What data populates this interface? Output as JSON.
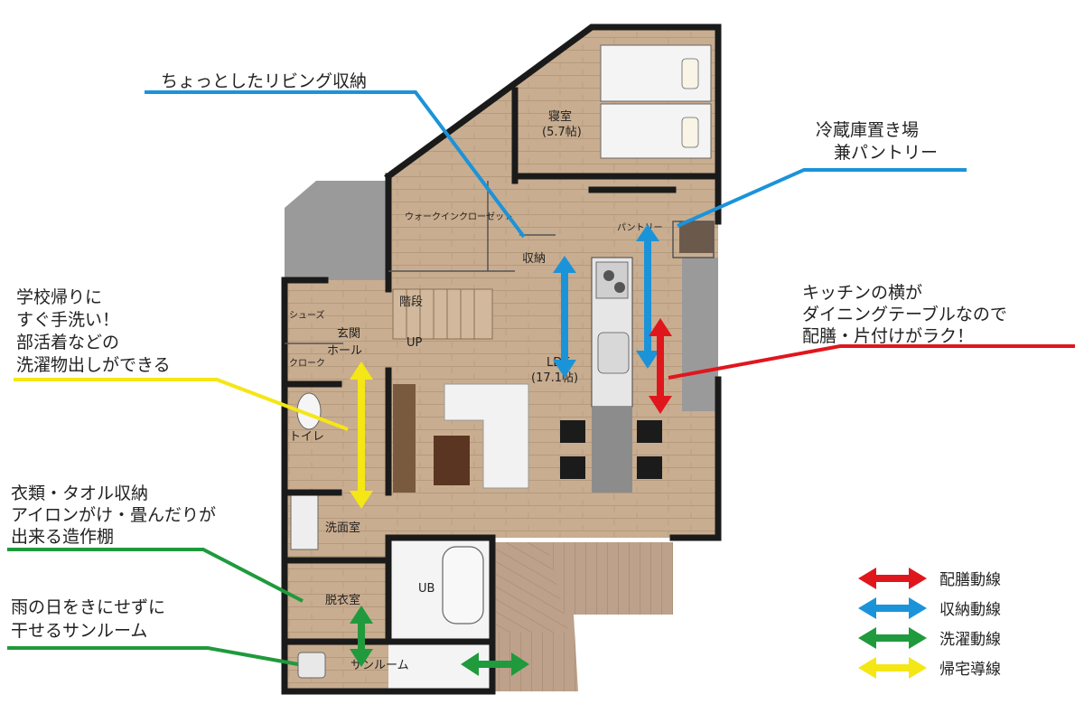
{
  "rooms": {
    "bedroom": "寝室",
    "bedroom_size": "(5.7帖)",
    "walkin_closet": "ウォークインクローゼット",
    "storage": "収納",
    "pantry": "パントリー",
    "stairs": "階段",
    "up": "UP",
    "shoes": "シューズ",
    "entrance": "玄関",
    "hall": "ホール",
    "cloak": "クローク",
    "toilet": "トイレ",
    "ldk": "LDK",
    "ldk_size": "(17.1帖)",
    "washroom": "洗面室",
    "dressing": "脱衣室",
    "ub": "UB",
    "sunroom": "サンルーム"
  },
  "annotations": {
    "living_storage": "ちょっとしたリビング収納",
    "fridge_line1": "冷蔵庫置き場",
    "fridge_line2": "兼パントリー",
    "kitchen_line1": "キッチンの横が",
    "kitchen_line2": "ダイニングテーブルなので",
    "kitchen_line3": "配膳・片付けがラク！",
    "school_line1": "学校帰りに",
    "school_line2": "すぐ手洗い！",
    "school_line3": "部活着などの",
    "school_line4": "洗濯物出しができる",
    "towel_line1": "衣類・タオル収納",
    "towel_line2": "アイロンがけ・畳んだりが",
    "towel_line3": "出来る造作棚",
    "sunroom_line1": "雨の日をきにせずに",
    "sunroom_line2": "干せるサンルーム"
  },
  "legend": [
    {
      "label": "配膳動線",
      "color": "#e0161d"
    },
    {
      "label": "収納動線",
      "color": "#1b93d9"
    },
    {
      "label": "洗濯動線",
      "color": "#1f9a3c"
    },
    {
      "label": "帰宅導線",
      "color": "#f5e616"
    }
  ],
  "colors": {
    "red": "#e0161d",
    "blue": "#1b93d9",
    "green": "#1f9a3c",
    "yellow": "#f5e616",
    "floor": "#c7ab8d",
    "deck": "#b99d86",
    "wall": "#1a1a1a"
  }
}
